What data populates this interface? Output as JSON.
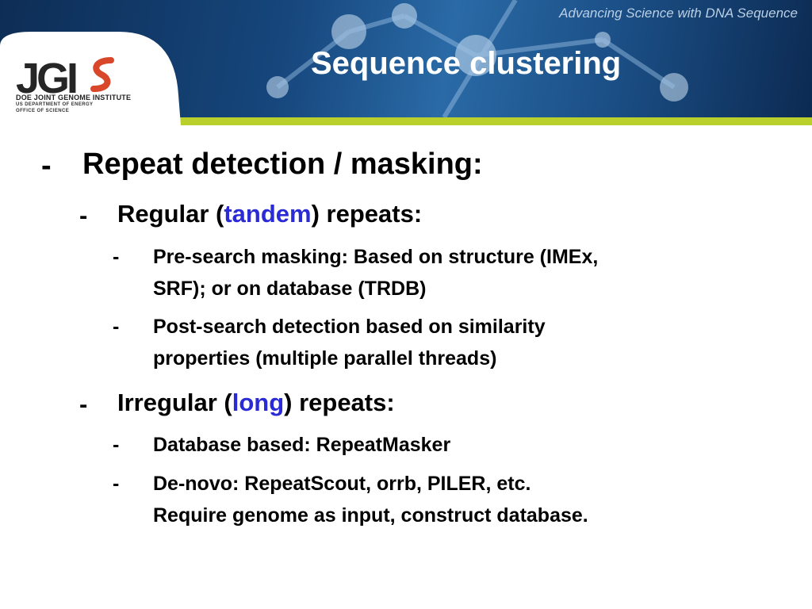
{
  "header": {
    "tagline": "Advancing Science with DNA Sequence",
    "title": "Sequence clustering",
    "logo": {
      "letters": "JGI",
      "line1": "DOE JOINT GENOME INSTITUTE",
      "line2": "US DEPARTMENT OF ENERGY",
      "line3": "OFFICE OF SCIENCE"
    }
  },
  "bullets": {
    "dash": "-",
    "main": "Repeat detection / masking:",
    "regular": {
      "pre": "Regular (",
      "hl": "tandem",
      "post": ") repeats:"
    },
    "regular_items": [
      {
        "line1": "Pre-search masking: Based on structure (IMEx,",
        "line2": "SRF); or on database (TRDB)"
      },
      {
        "line1": "Post-search detection based on similarity",
        "line2": "properties (multiple parallel threads)"
      }
    ],
    "irregular": {
      "pre": "Irregular (",
      "hl": "long",
      "post": ") repeats:"
    },
    "irregular_items": [
      {
        "line1": "Database based: RepeatMasker"
      },
      {
        "line1": "De-novo: RepeatScout, orrb, PILER, etc.",
        "line2": "Require genome as input, construct database."
      }
    ]
  },
  "colors": {
    "header_dark": "#0d2d55",
    "band": "#b8cf2c",
    "highlight": "#2b2bd6",
    "logo_swoosh": "#d9472b"
  }
}
